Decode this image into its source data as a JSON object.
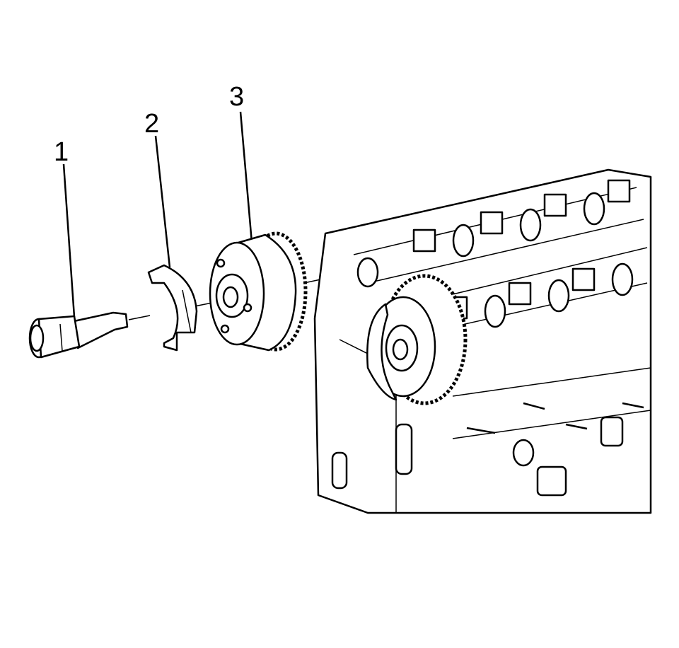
{
  "callouts": [
    {
      "number": "1",
      "part": "bolt"
    },
    {
      "number": "2",
      "part": "bracket"
    },
    {
      "number": "3",
      "part": "sprocket"
    }
  ]
}
